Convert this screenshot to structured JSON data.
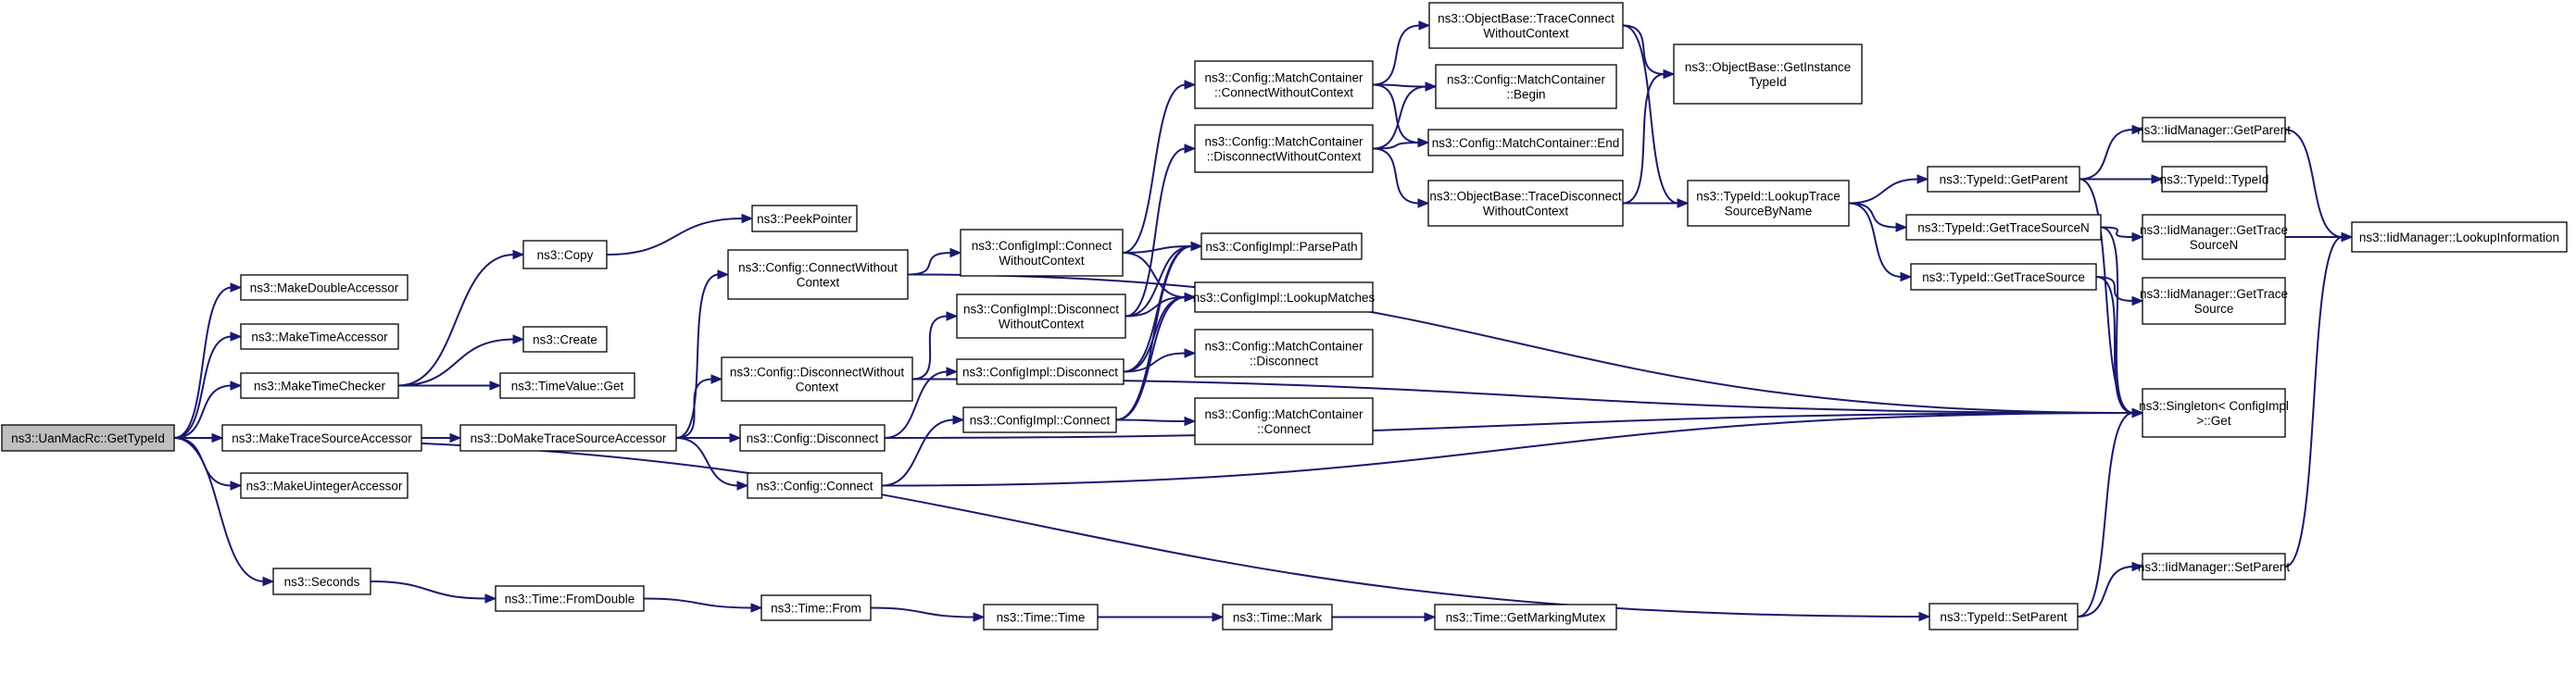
{
  "graph": {
    "title": "Call graph of ns3::UanMacRc::GetTypeId",
    "colors": {
      "edge": "#191970",
      "root_fill": "#bfbfbf",
      "node_fill": "#ffffff",
      "node_border": "#000000"
    },
    "nodes": [
      {
        "id": "root",
        "lines": [
          "ns3::UanMacRc::GetTypeId"
        ],
        "root": true
      },
      {
        "id": "mkdouble",
        "lines": [
          "ns3::MakeDoubleAccessor"
        ]
      },
      {
        "id": "mktimeacc",
        "lines": [
          "ns3::MakeTimeAccessor"
        ]
      },
      {
        "id": "mktimechk",
        "lines": [
          "ns3::MakeTimeChecker"
        ]
      },
      {
        "id": "mktrace",
        "lines": [
          "ns3::MakeTraceSourceAccessor"
        ]
      },
      {
        "id": "mkuint",
        "lines": [
          "ns3::MakeUintegerAccessor"
        ]
      },
      {
        "id": "seconds",
        "lines": [
          "ns3::Seconds"
        ]
      },
      {
        "id": "copy",
        "lines": [
          "ns3::Copy"
        ]
      },
      {
        "id": "create",
        "lines": [
          "ns3::Create"
        ]
      },
      {
        "id": "tvget",
        "lines": [
          "ns3::TimeValue::Get"
        ]
      },
      {
        "id": "domake",
        "lines": [
          "ns3::DoMakeTraceSourceAccessor"
        ]
      },
      {
        "id": "fromdouble",
        "lines": [
          "ns3::Time::FromDouble"
        ]
      },
      {
        "id": "peek",
        "lines": [
          "ns3::PeekPointer"
        ]
      },
      {
        "id": "cfgcwc",
        "lines": [
          "ns3::Config::ConnectWithout",
          "Context"
        ]
      },
      {
        "id": "cfgdwc",
        "lines": [
          "ns3::Config::DisconnectWithout",
          "Context"
        ]
      },
      {
        "id": "cfgdisc",
        "lines": [
          "ns3::Config::Disconnect"
        ]
      },
      {
        "id": "cfgconn",
        "lines": [
          "ns3::Config::Connect"
        ]
      },
      {
        "id": "timefrom",
        "lines": [
          "ns3::Time::From"
        ]
      },
      {
        "id": "cicwc",
        "lines": [
          "ns3::ConfigImpl::Connect",
          "WithoutContext"
        ]
      },
      {
        "id": "cidwc",
        "lines": [
          "ns3::ConfigImpl::Disconnect",
          "WithoutContext"
        ]
      },
      {
        "id": "cidisc",
        "lines": [
          "ns3::ConfigImpl::Disconnect"
        ]
      },
      {
        "id": "ciconn",
        "lines": [
          "ns3::ConfigImpl::Connect"
        ]
      },
      {
        "id": "timetime",
        "lines": [
          "ns3::Time::Time"
        ]
      },
      {
        "id": "mccwc",
        "lines": [
          "ns3::Config::MatchContainer",
          "::ConnectWithoutContext"
        ]
      },
      {
        "id": "mcdwc",
        "lines": [
          "ns3::Config::MatchContainer",
          "::DisconnectWithoutContext"
        ]
      },
      {
        "id": "parse",
        "lines": [
          "ns3::ConfigImpl::ParsePath"
        ]
      },
      {
        "id": "lookup",
        "lines": [
          "ns3::ConfigImpl::LookupMatches"
        ]
      },
      {
        "id": "mcdisc",
        "lines": [
          "ns3::Config::MatchContainer",
          "::Disconnect"
        ]
      },
      {
        "id": "mcconn",
        "lines": [
          "ns3::Config::MatchContainer",
          "::Connect"
        ]
      },
      {
        "id": "mark",
        "lines": [
          "ns3::Time::Mark"
        ]
      },
      {
        "id": "obtcwc",
        "lines": [
          "ns3::ObjectBase::TraceConnect",
          "WithoutContext"
        ]
      },
      {
        "id": "mcbegin",
        "lines": [
          "ns3::Config::MatchContainer",
          "::Begin"
        ]
      },
      {
        "id": "mcend",
        "lines": [
          "ns3::Config::MatchContainer::End"
        ]
      },
      {
        "id": "obtdwc",
        "lines": [
          "ns3::ObjectBase::TraceDisconnect",
          "WithoutContext"
        ]
      },
      {
        "id": "getmark",
        "lines": [
          "ns3::Time::GetMarkingMutex"
        ]
      },
      {
        "id": "obgit",
        "lines": [
          "ns3::ObjectBase::GetInstance",
          "TypeId"
        ]
      },
      {
        "id": "lookuptrace",
        "lines": [
          "ns3::TypeId::LookupTrace",
          "SourceByName"
        ]
      },
      {
        "id": "tgetparent",
        "lines": [
          "ns3::TypeId::GetParent"
        ]
      },
      {
        "id": "tgetsn",
        "lines": [
          "ns3::TypeId::GetTraceSourceN"
        ]
      },
      {
        "id": "tgets",
        "lines": [
          "ns3::TypeId::GetTraceSource"
        ]
      },
      {
        "id": "tsetparent",
        "lines": [
          "ns3::TypeId::SetParent"
        ]
      },
      {
        "id": "imgetparent",
        "lines": [
          "ns3::IidManager::GetParent"
        ]
      },
      {
        "id": "ttypeid",
        "lines": [
          "ns3::TypeId::TypeId"
        ]
      },
      {
        "id": "imgetsn",
        "lines": [
          "ns3::IidManager::GetTrace",
          "SourceN"
        ]
      },
      {
        "id": "imgets",
        "lines": [
          "ns3::IidManager::GetTrace",
          "Source"
        ]
      },
      {
        "id": "singleton",
        "lines": [
          "ns3::Singleton< ConfigImpl",
          " >::Get"
        ]
      },
      {
        "id": "imsetparent",
        "lines": [
          "ns3::IidManager::SetParent"
        ]
      },
      {
        "id": "imlookup",
        "lines": [
          "ns3::IidManager::LookupInformation"
        ]
      }
    ],
    "edges": [
      [
        "root",
        "mkdouble"
      ],
      [
        "root",
        "mktimeacc"
      ],
      [
        "root",
        "mktimechk"
      ],
      [
        "root",
        "mktrace"
      ],
      [
        "root",
        "mkuint"
      ],
      [
        "root",
        "seconds"
      ],
      [
        "root",
        "tsetparent"
      ],
      [
        "mktimechk",
        "copy"
      ],
      [
        "mktimechk",
        "create"
      ],
      [
        "mktimechk",
        "tvget"
      ],
      [
        "mktrace",
        "domake"
      ],
      [
        "seconds",
        "fromdouble"
      ],
      [
        "copy",
        "peek"
      ],
      [
        "domake",
        "cfgcwc"
      ],
      [
        "domake",
        "cfgdwc"
      ],
      [
        "domake",
        "cfgdisc"
      ],
      [
        "domake",
        "cfgconn"
      ],
      [
        "fromdouble",
        "timefrom"
      ],
      [
        "cfgcwc",
        "cicwc"
      ],
      [
        "cfgcwc",
        "singleton"
      ],
      [
        "cfgdwc",
        "cidwc"
      ],
      [
        "cfgdwc",
        "singleton"
      ],
      [
        "cfgdisc",
        "cidisc"
      ],
      [
        "cfgdisc",
        "singleton"
      ],
      [
        "cfgconn",
        "ciconn"
      ],
      [
        "cfgconn",
        "singleton"
      ],
      [
        "timefrom",
        "timetime"
      ],
      [
        "cicwc",
        "mccwc"
      ],
      [
        "cicwc",
        "parse"
      ],
      [
        "cicwc",
        "lookup"
      ],
      [
        "cidwc",
        "mcdwc"
      ],
      [
        "cidwc",
        "parse"
      ],
      [
        "cidwc",
        "lookup"
      ],
      [
        "cidisc",
        "mcdisc"
      ],
      [
        "cidisc",
        "parse"
      ],
      [
        "cidisc",
        "lookup"
      ],
      [
        "ciconn",
        "mcconn"
      ],
      [
        "ciconn",
        "parse"
      ],
      [
        "ciconn",
        "lookup"
      ],
      [
        "timetime",
        "mark"
      ],
      [
        "mccwc",
        "obtcwc"
      ],
      [
        "mccwc",
        "mcbegin"
      ],
      [
        "mccwc",
        "mcend"
      ],
      [
        "mcdwc",
        "mcbegin"
      ],
      [
        "mcdwc",
        "mcend"
      ],
      [
        "mcdwc",
        "obtdwc"
      ],
      [
        "mark",
        "getmark"
      ],
      [
        "obtcwc",
        "obgit"
      ],
      [
        "obtcwc",
        "lookuptrace"
      ],
      [
        "obtdwc",
        "obgit"
      ],
      [
        "obtdwc",
        "lookuptrace"
      ],
      [
        "lookuptrace",
        "tgetparent"
      ],
      [
        "lookuptrace",
        "tgetsn"
      ],
      [
        "lookuptrace",
        "tgets"
      ],
      [
        "tgetparent",
        "imgetparent"
      ],
      [
        "tgetparent",
        "ttypeid"
      ],
      [
        "tgetparent",
        "singleton"
      ],
      [
        "tgetsn",
        "imgetsn"
      ],
      [
        "tgetsn",
        "singleton"
      ],
      [
        "tgets",
        "imgets"
      ],
      [
        "tgets",
        "singleton"
      ],
      [
        "tsetparent",
        "imsetparent"
      ],
      [
        "tsetparent",
        "singleton"
      ],
      [
        "imgetparent",
        "imlookup"
      ],
      [
        "imgetsn",
        "imlookup"
      ],
      [
        "imsetparent",
        "imlookup"
      ]
    ]
  }
}
